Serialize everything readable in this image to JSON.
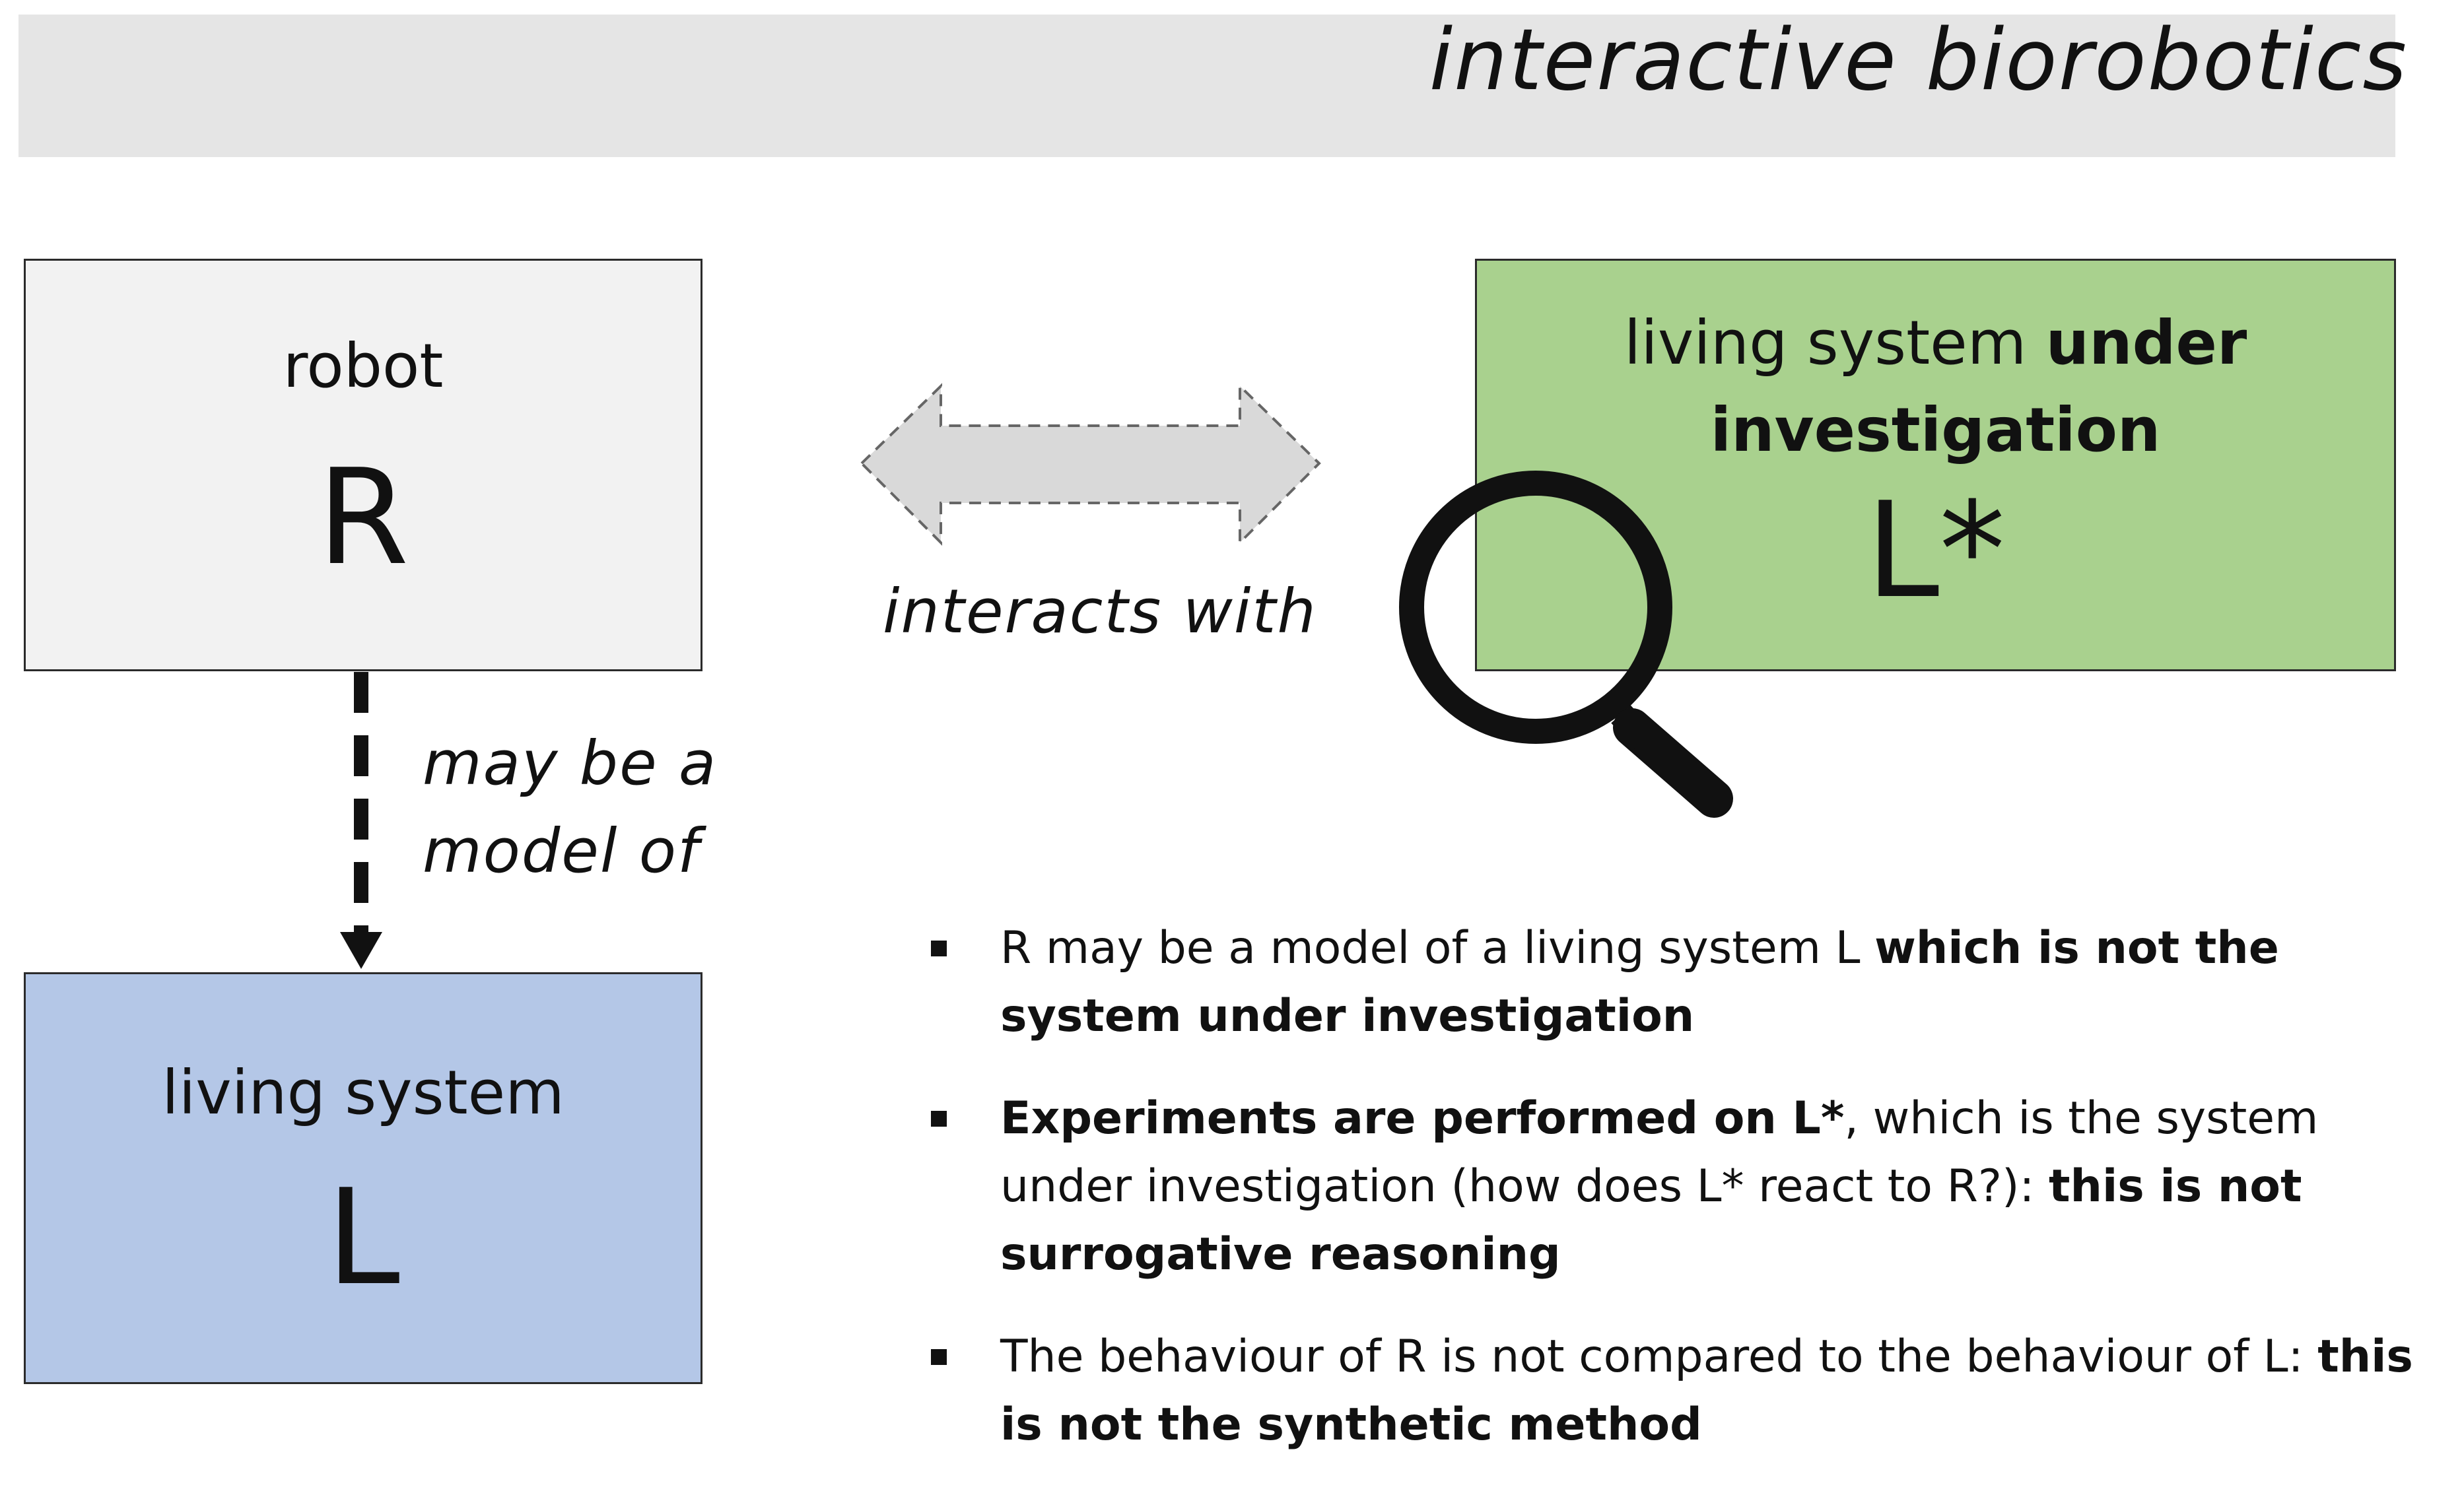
{
  "header": {
    "title": "interactive biorobotics"
  },
  "robot_box": {
    "label": "robot",
    "symbol": "R"
  },
  "living_box": {
    "label": "living system",
    "symbol": "L"
  },
  "investigated_box": {
    "label_normal": "living system ",
    "label_bold_1": "under",
    "label_bold_2": "investigation",
    "symbol": "L*"
  },
  "interacts_label": "interacts with",
  "model_label": {
    "line1": "may be a",
    "line2": "model of"
  },
  "bullets": [
    {
      "parts": [
        {
          "text": "R may be a model of a living system L ",
          "bold": false
        },
        {
          "text": "which is not the system under investigation",
          "bold": true
        }
      ]
    },
    {
      "parts": [
        {
          "text": "Experiments are performed on L*",
          "bold": true
        },
        {
          "text": ", which is the system under investigation (how does L* react to R?): ",
          "bold": false
        },
        {
          "text": "this is not surrogative reasoning",
          "bold": true
        }
      ]
    },
    {
      "parts": [
        {
          "text": "The behaviour of R is not compared to the behaviour of L: ",
          "bold": false
        },
        {
          "text": "this is not the synthetic method",
          "bold": true
        }
      ]
    }
  ],
  "colors": {
    "header_bg": "#e5e5e5",
    "robot_bg": "#f2f2f2",
    "living_bg": "#b4c7e7",
    "investigated_bg": "#a9d18e",
    "arrow_fill": "#d9d9d9"
  },
  "icons": [
    "double-arrow-icon",
    "dashed-arrow-icon",
    "magnifier-icon"
  ]
}
